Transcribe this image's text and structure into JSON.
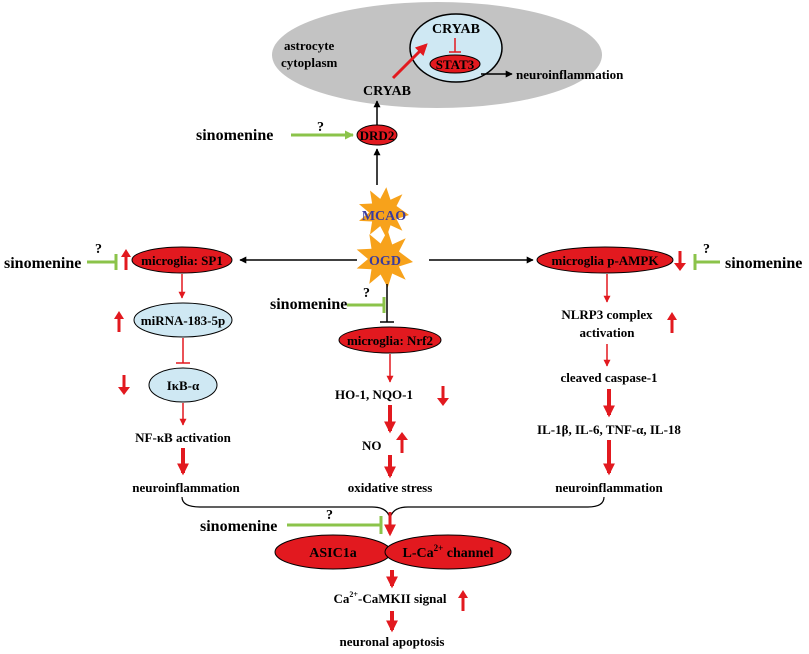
{
  "colors": {
    "node_red": "#e2191f",
    "node_blue": "#cfe8f3",
    "astrocyte_gray": "#c3c3c3",
    "inhibitor_green": "#8bc34a",
    "arrow_red": "#e2191f",
    "arrow_black": "#000000",
    "star_orange": "#f7a21b",
    "star_text": "#3b3b9c"
  },
  "astrocyte": {
    "label_line1": "astrocyte",
    "label_line2": "cytoplasm",
    "cryab_inner": "CRYAB",
    "stat3": "STAT3",
    "cryab_outer": "CRYAB",
    "neuroinflammation": "neuroinflammation"
  },
  "top": {
    "sinomenine": "sinomenine",
    "question": "?",
    "drd2": "DRD2"
  },
  "center": {
    "mcao": "MCAO",
    "ogd": "OGD",
    "sinomenine": "sinomenine",
    "question": "?",
    "nrf2": "microglia: Nrf2",
    "ho1": "HO-1, NQO-1",
    "no": "NO",
    "oxidative_stress": "oxidative stress"
  },
  "left": {
    "sinomenine": "sinomenine",
    "question": "?",
    "sp1": "microglia: SP1",
    "mirna": "miRNA-183-5p",
    "ikb": "IκB-α",
    "nfkb": "NF-κB activation",
    "neuroinflammation": "neuroinflammation"
  },
  "right": {
    "sinomenine": "sinomenine",
    "question": "?",
    "ampk": "microglia p-AMPK",
    "nlrp3_line1": "NLRP3 complex",
    "nlrp3_line2": "activation",
    "caspase": "cleaved caspase-1",
    "cytokines": "IL-1β, IL-6, TNF-α, IL-18",
    "neuroinflammation": "neuroinflammation"
  },
  "bottom": {
    "sinomenine": "sinomenine",
    "question": "?",
    "asic1a": "ASIC1a",
    "lca_prefix": "L-Ca",
    "lca_sup": "2+",
    "lca_suffix": " channel",
    "camk_prefix": "Ca",
    "camk_sup": "2+",
    "camk_suffix": "-CaMKII signal",
    "apoptosis": "neuronal apoptosis"
  }
}
